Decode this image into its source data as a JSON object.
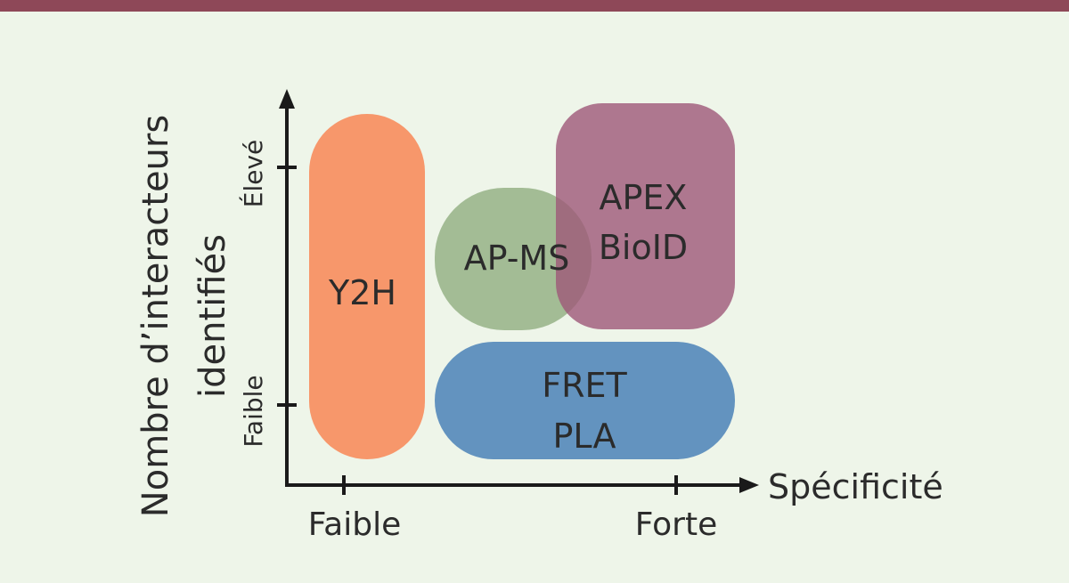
{
  "colors": {
    "top_bar": "#8e4858",
    "background": "#eef5e9",
    "y2h": "#f7976b",
    "apms": "#a3bc95",
    "apex": "#9e5878",
    "fret": "#6393bf",
    "axis": "#1a1a1a"
  },
  "y_axis": {
    "label_line1": "Nombre d’interacteurs",
    "label_line2": "identifiés",
    "tick_high": "Élevé",
    "tick_low": "Faible"
  },
  "x_axis": {
    "label": "Spécificité",
    "tick_low": "Faible",
    "tick_high": "Forte"
  },
  "methods": {
    "y2h": "Y2H",
    "apms": "AP-MS",
    "apex_line1": "APEX",
    "apex_line2": "BioID",
    "fret_line1": "FRET",
    "fret_line2": "PLA"
  }
}
